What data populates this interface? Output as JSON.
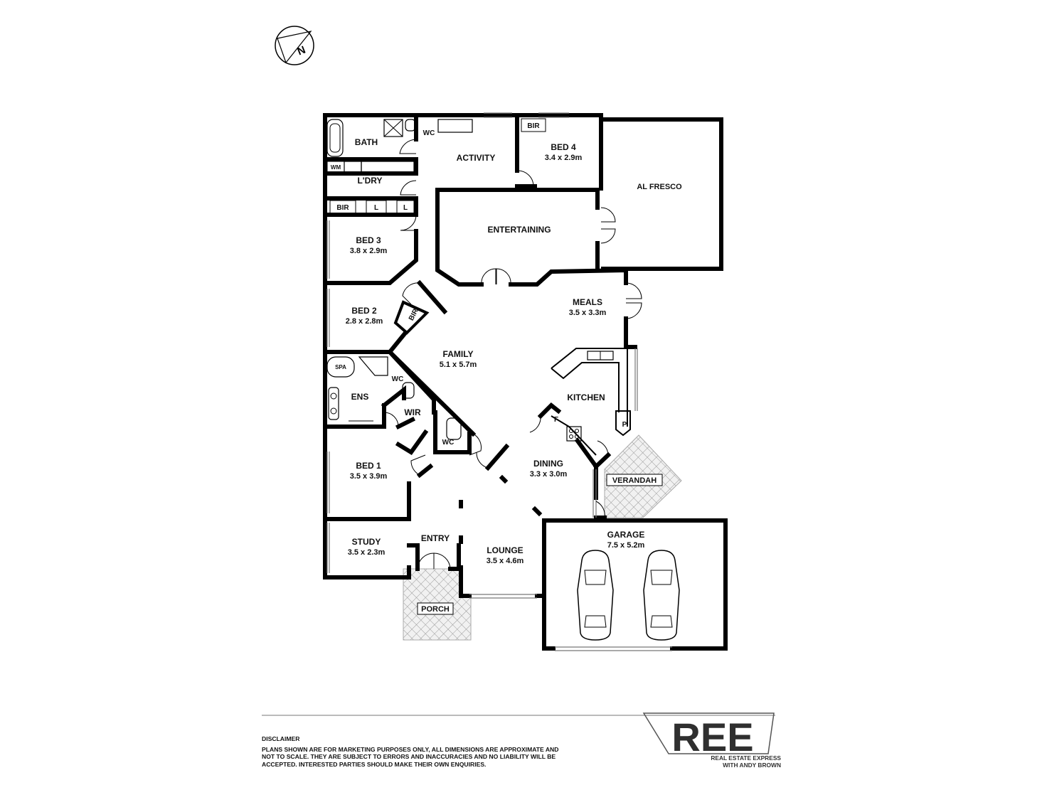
{
  "compass": {
    "label": "N"
  },
  "rooms": {
    "bath": {
      "name": "BATH"
    },
    "wc_top": {
      "name": "WC"
    },
    "activity": {
      "name": "ACTIVITY"
    },
    "bed4": {
      "name": "BED 4",
      "dims": "3.4 x 2.9m"
    },
    "bir_bed4": {
      "name": "BIR"
    },
    "alfresco": {
      "name": "AL FRESCO"
    },
    "wm": {
      "name": "WM"
    },
    "laundry": {
      "name": "L'DRY"
    },
    "bir_bed3": {
      "name": "BIR"
    },
    "linen1": {
      "name": "L"
    },
    "linen2": {
      "name": "L"
    },
    "entertaining": {
      "name": "ENTERTAINING"
    },
    "bed3": {
      "name": "BED 3",
      "dims": "3.8 x 2.9m"
    },
    "bed2": {
      "name": "BED 2",
      "dims": "2.8 x 2.8m"
    },
    "bir_bed2": {
      "name": "BIR"
    },
    "meals": {
      "name": "MEALS",
      "dims": "3.5 x 3.3m"
    },
    "family": {
      "name": "FAMILY",
      "dims": "5.1 x 5.7m"
    },
    "spa": {
      "name": "SPA"
    },
    "wc_ens": {
      "name": "WC"
    },
    "ens": {
      "name": "ENS"
    },
    "wir": {
      "name": "WIR"
    },
    "kitchen": {
      "name": "KITCHEN"
    },
    "fridge": {
      "name": "F"
    },
    "pantry": {
      "name": "P"
    },
    "wc_mid": {
      "name": "WC"
    },
    "bed1": {
      "name": "BED 1",
      "dims": "3.5 x 3.9m"
    },
    "dining": {
      "name": "DINING",
      "dims": "3.3 x 3.0m"
    },
    "verandah": {
      "name": "VERANDAH"
    },
    "garage": {
      "name": "GARAGE",
      "dims": "7.5 x 5.2m"
    },
    "study": {
      "name": "STUDY",
      "dims": "3.5 x 2.3m"
    },
    "entry": {
      "name": "ENTRY"
    },
    "lounge": {
      "name": "LOUNGE",
      "dims": "3.5 x 4.6m"
    },
    "porch": {
      "name": "PORCH"
    }
  },
  "disclaimer": {
    "heading": "DISCLAIMER",
    "line1": "PLANS SHOWN ARE FOR MARKETING PURPOSES ONLY, ALL DIMENSIONS ARE APPROXIMATE AND",
    "line2": "NOT TO SCALE. THEY ARE SUBJECT TO ERRORS AND INACCURACIES AND NO LIABILITY WILL BE",
    "line3": "ACCEPTED. INTERESTED PARTIES SHOULD MAKE THEIR OWN ENQUIRIES."
  },
  "brand": {
    "logo_text": "REE",
    "line1": "REAL ESTATE EXPRESS",
    "line2": "WITH ANDY BROWN"
  }
}
